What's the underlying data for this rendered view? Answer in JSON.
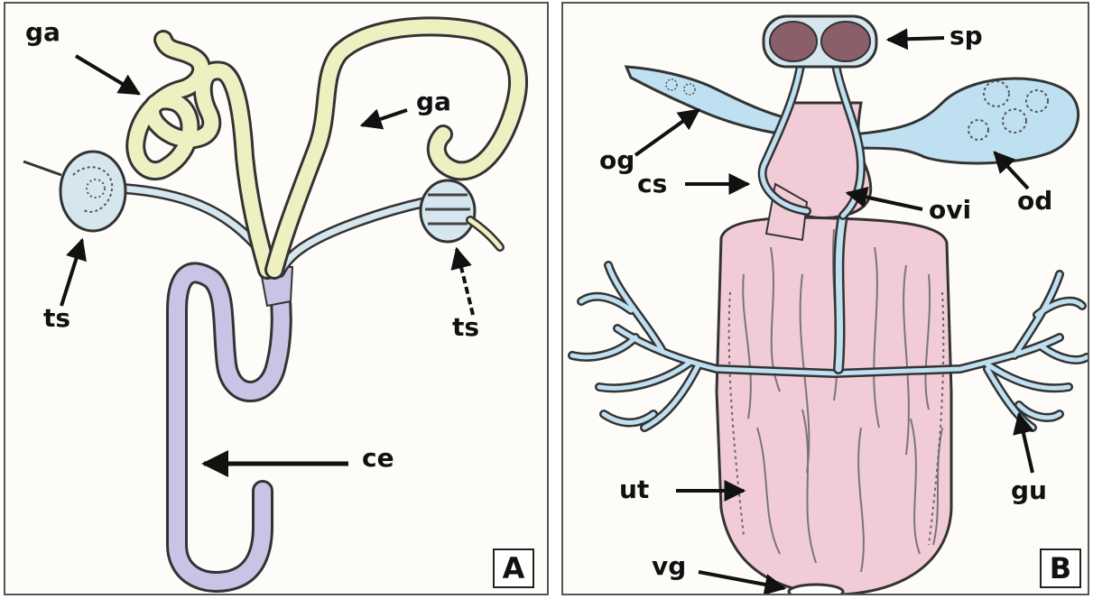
{
  "panel_a": {
    "letter": "A",
    "labels": {
      "ga_left": "ga",
      "ga_right": "ga",
      "ts_left": "ts",
      "ts_right": "ts",
      "ce": "ce"
    }
  },
  "panel_b": {
    "letter": "B",
    "labels": {
      "sp": "sp",
      "og": "og",
      "cs": "cs",
      "ovi": "ovi",
      "od": "od",
      "ut": "ut",
      "gu": "gu",
      "vg": "vg"
    }
  },
  "colors": {
    "border": "#555555",
    "gland_yellow": "#eef0c2",
    "duct_lavender": "#c9c3e6",
    "testis_blue": "#d6e6ef",
    "uterus_pink": "#f1ccd6",
    "ovary_blue": "#bfe0f0",
    "spermatheca_brown": "#8a5f69"
  }
}
